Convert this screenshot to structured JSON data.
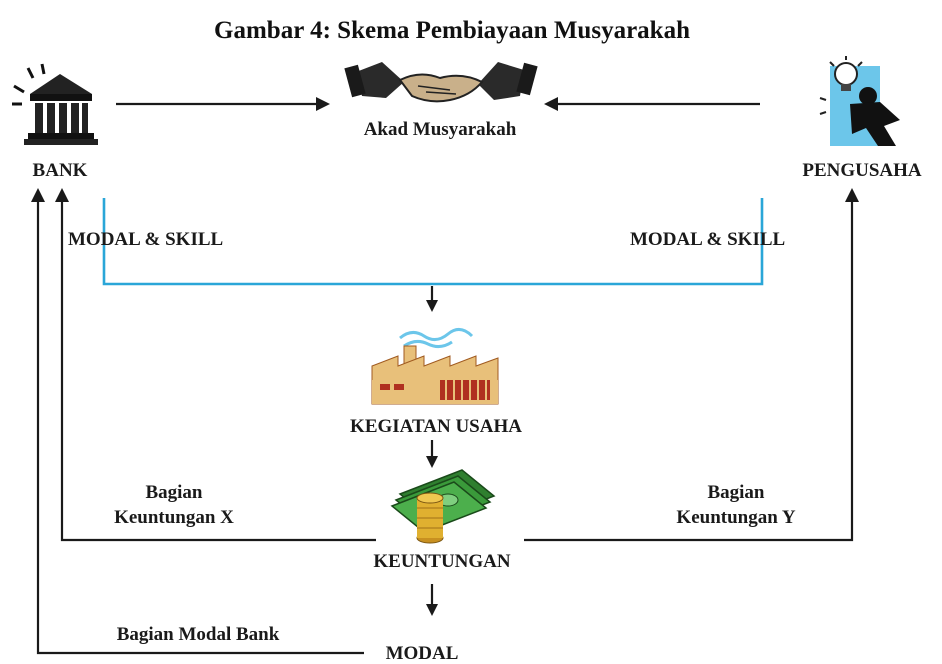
{
  "title": "Gambar 4: Skema Pembiayaan Musyarakah",
  "nodes": {
    "bank": "BANK",
    "akad": "Akad Musyarakah",
    "pengusaha": "PENGUSAHA",
    "kegiatan": "KEGIATAN USAHA",
    "keuntungan": "KEUNTUNGAN",
    "modal": "MODAL"
  },
  "edges": {
    "modal_skill_left": "MODAL & SKILL",
    "modal_skill_right": "MODAL & SKILL",
    "bagian_x_line1": "Bagian",
    "bagian_x_line2": "Keuntungan X",
    "bagian_y_line1": "Bagian",
    "bagian_y_line2": "Keuntungan Y",
    "bagian_modal_bank": "Bagian Modal Bank"
  },
  "icons": [
    "bank-building-icon",
    "handshake-icon",
    "entrepreneur-lightbulb-icon",
    "factory-icon",
    "money-stack-icon"
  ],
  "colors": {
    "line": "#1a1a1a",
    "contribution_line": "#2aa6d8",
    "money_green": "#3a9a3a",
    "factory": "#e8c07a",
    "coins": "#e0b030"
  }
}
